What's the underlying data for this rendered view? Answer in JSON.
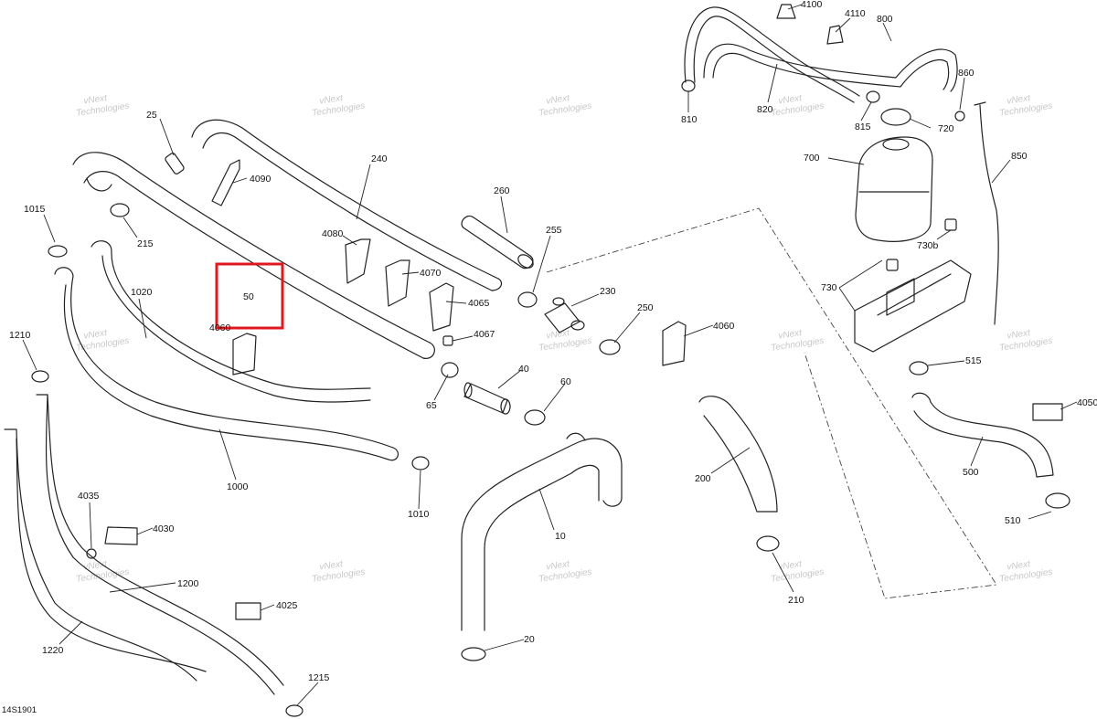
{
  "diagram_code": "14S1901",
  "highlighted_callout": "50",
  "watermark": {
    "line1": "vNext",
    "line2": "Technologies"
  },
  "callouts": {
    "c4100": "4100",
    "c4110": "4110",
    "c800": "800",
    "c860": "860",
    "c810": "810",
    "c820": "820",
    "c815": "815",
    "c720": "720",
    "c700": "700",
    "c850": "850",
    "c25": "25",
    "c240": "240",
    "c4090": "4090",
    "c1015": "1015",
    "c215": "215",
    "c260": "260",
    "c255": "255",
    "c4080": "4080",
    "c4070": "4070",
    "c50": "50",
    "c4065": "4065",
    "c230": "230",
    "c250": "250",
    "c4060": "4060",
    "c1020": "1020",
    "c730b": "730b",
    "c730": "730",
    "c1210": "1210",
    "c4060b": "4060",
    "c4067": "4067",
    "c40": "40",
    "c515": "515",
    "c65": "65",
    "c60": "60",
    "c4050": "4050",
    "c1000": "1000",
    "c1010": "1010",
    "c200": "200",
    "c500": "500",
    "c4035": "4035",
    "c4030": "4030",
    "c10": "10",
    "c510": "510",
    "c1200": "1200",
    "c4025": "4025",
    "c210": "210",
    "c1220": "1220",
    "c20": "20",
    "c1215": "1215"
  },
  "colors": {
    "highlight": "#e0191f",
    "line": "#222222",
    "watermark": "#c8c8c8"
  }
}
